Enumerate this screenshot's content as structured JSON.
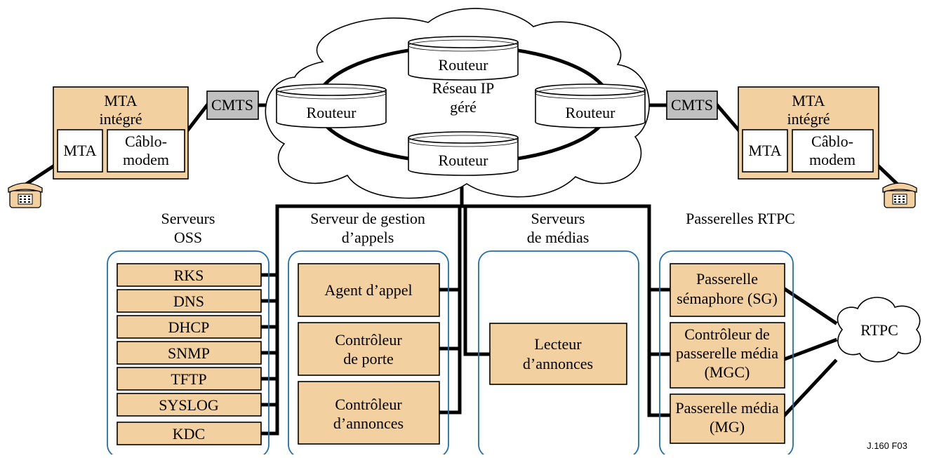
{
  "cloud": {
    "line1": "Réseau IP",
    "line2": "géré"
  },
  "routers": {
    "top": "Routeur",
    "left": "Routeur",
    "right": "Routeur",
    "bottom": "Routeur"
  },
  "left_cmts": "CMTS",
  "right_cmts": "CMTS",
  "left_mta": {
    "title1": "MTA",
    "title2": "intégré",
    "mta": "MTA",
    "modem1": "Câblo-",
    "modem2": "modem"
  },
  "right_mta": {
    "title1": "MTA",
    "title2": "intégré",
    "mta": "MTA",
    "modem1": "Câblo-",
    "modem2": "modem"
  },
  "groups": {
    "oss": {
      "title1": "Serveurs",
      "title2": "OSS",
      "items": [
        "RKS",
        "DNS",
        "DHCP",
        "SNMP",
        "TFTP",
        "SYSLOG",
        "KDC"
      ]
    },
    "cms": {
      "title1": "Serveur de gestion",
      "title2": "d’appels",
      "items": [
        [
          "Agent d’appel"
        ],
        [
          "Contrôleur",
          "de porte"
        ],
        [
          "Contrôleur",
          "d’annonces"
        ]
      ]
    },
    "media": {
      "title1": "Serveurs",
      "title2": "de médias",
      "items": [
        [
          "Lecteur",
          "d’annonces"
        ]
      ]
    },
    "pstn": {
      "title1": "Passerelles RTPC",
      "items": [
        [
          "Passerelle",
          "sémaphore (SG)"
        ],
        [
          "Contrôleur de",
          "passerelle média",
          "(MGC)"
        ],
        [
          "Passerelle média",
          "(MG)"
        ]
      ]
    }
  },
  "rtpc_cloud": "RTPC",
  "figure_id": "J.160  F03",
  "colors": {
    "box_fill": "#f2d0a0",
    "cmts_fill": "#c0c0c0",
    "group_border": "#1f6fad",
    "line": "#000000"
  },
  "icons": {
    "phone": "telephone-icon"
  }
}
